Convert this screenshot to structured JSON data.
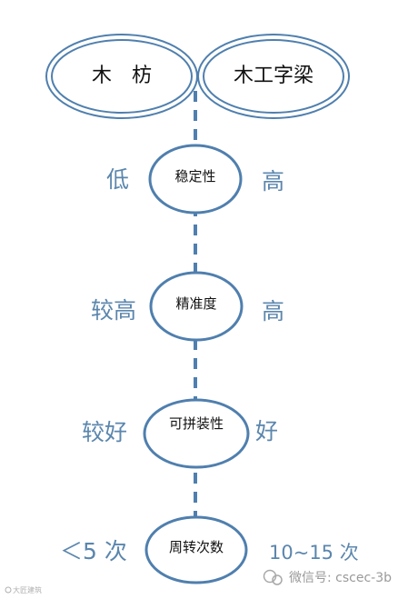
{
  "headers": {
    "left": "木　枋",
    "right": "木工字梁"
  },
  "criteria": [
    {
      "name": "稳定性",
      "left": "低",
      "right": "高"
    },
    {
      "name": "精准度",
      "left": "较高",
      "right": "高"
    },
    {
      "name": "可拼装性",
      "left": "较好",
      "right": "好"
    },
    {
      "name": "周转次数",
      "left": "＜5 次",
      "right": "10~15 次"
    }
  ],
  "watermark": {
    "text": "微信号: cscec-3b",
    "small": "大匠建筑"
  },
  "colors": {
    "line": "#4f7fae",
    "label": "#5b86ad",
    "text": "#111111"
  }
}
